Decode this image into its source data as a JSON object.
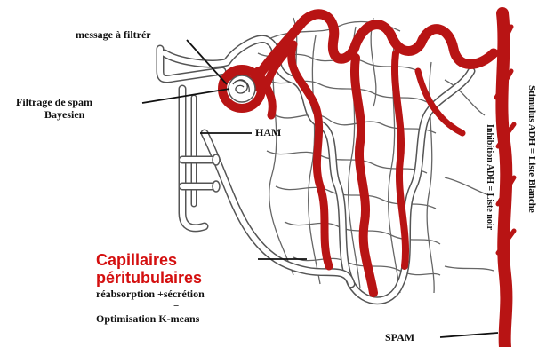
{
  "labels": {
    "message": "message à filtrér",
    "filtrage_line1": "Filtrage de spam",
    "filtrage_line2": "Bayesien",
    "ham": "HAM",
    "capillaires_line1": "Capillaires",
    "capillaires_line2": "péritubulaires",
    "reabsorption": "réabsorption +sécrétion",
    "equals": "=",
    "optimisation": "Optimisation K-means",
    "spam": "SPAM",
    "stimulus": "Stimulus ADH = Liste Blanche",
    "inhibition": "Inhibition ADH = Liste noir"
  },
  "colors": {
    "vessel_red": "#b81414",
    "tubule_outline": "#555555",
    "caption_red": "#d40f0f"
  }
}
